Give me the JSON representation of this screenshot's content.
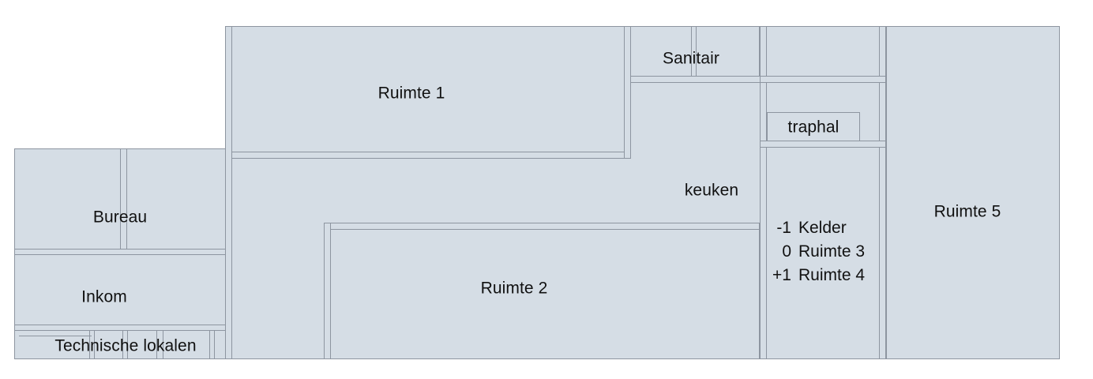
{
  "diagram": {
    "kind": "floor-plan",
    "language": "nl",
    "colors": {
      "room_fill": "#d5dde5",
      "wall_stroke": "#8d95a0",
      "text": "#111111",
      "background": "#ffffff"
    },
    "rooms": [
      {
        "id": "bureau",
        "label": "Bureau"
      },
      {
        "id": "inkom",
        "label": "Inkom"
      },
      {
        "id": "technische-lokalen",
        "label": "Technische lokalen"
      },
      {
        "id": "ruimte-1",
        "label": "Ruimte 1"
      },
      {
        "id": "ruimte-2",
        "label": "Ruimte 2"
      },
      {
        "id": "sanitair",
        "label": "Sanitair"
      },
      {
        "id": "keuken",
        "label": "keuken"
      },
      {
        "id": "traphal",
        "label": "traphal"
      },
      {
        "id": "ruimte-5",
        "label": "Ruimte 5"
      }
    ],
    "levels": {
      "title": "",
      "entries": [
        {
          "level": "-1",
          "label": "Kelder"
        },
        {
          "level": "0",
          "label": "Ruimte 3"
        },
        {
          "level": "+1",
          "label": "Ruimte 4"
        }
      ]
    }
  }
}
